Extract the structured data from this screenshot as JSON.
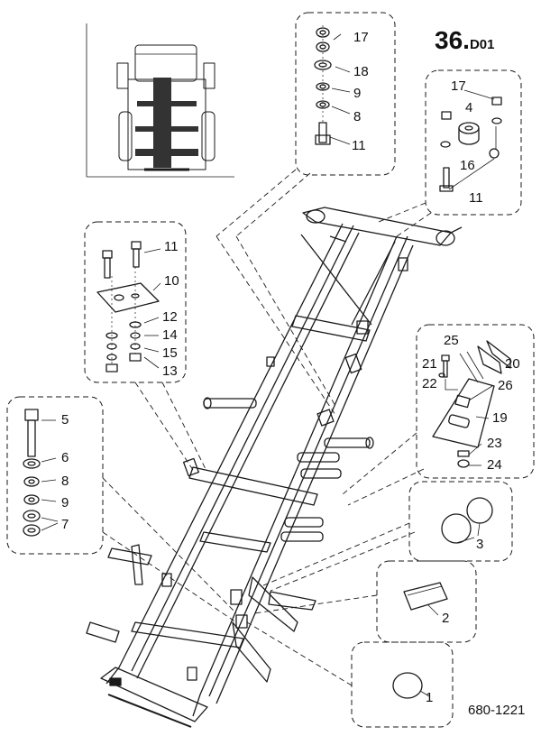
{
  "header": {
    "title_main": "36.",
    "title_sub": "D01"
  },
  "footer": {
    "drawing_number": "680-1221"
  },
  "callouts": {
    "c1": "1",
    "c2": "2",
    "c3": "3",
    "c4": "4",
    "c5": "5",
    "c6": "6",
    "c7": "7",
    "c8a": "8",
    "c8b": "8",
    "c9a": "9",
    "c9b": "9",
    "c10": "10",
    "c11a": "11",
    "c11b": "11",
    "c11c": "11",
    "c12": "12",
    "c13": "13",
    "c14": "14",
    "c15": "15",
    "c16": "16",
    "c17a": "17",
    "c17b": "17",
    "c18": "18",
    "c19": "19",
    "c20": "20",
    "c21": "21",
    "c22": "22",
    "c23": "23",
    "c24": "24",
    "c25": "25",
    "c26": "26"
  },
  "colors": {
    "ink": "#1a1a1a",
    "paper": "#ffffff"
  }
}
